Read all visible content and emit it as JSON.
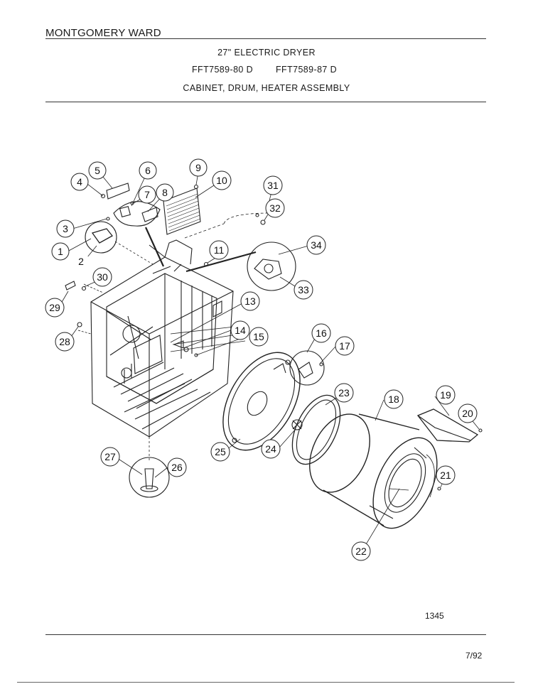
{
  "header": {
    "brand": "MONTGOMERY WARD",
    "product": "27\" ELECTRIC DRYER",
    "model_a": "FFT7589-80 D",
    "model_b": "FFT7589-87 D",
    "assembly": "CABINET, DRUM, HEATER ASSEMBLY"
  },
  "callouts": [
    "1",
    "2",
    "3",
    "4",
    "5",
    "6",
    "7",
    "8",
    "9",
    "10",
    "11",
    "13",
    "14",
    "15",
    "16",
    "17",
    "18",
    "19",
    "20",
    "21",
    "22",
    "23",
    "24",
    "25",
    "26",
    "27",
    "28",
    "29",
    "30",
    "31",
    "32",
    "33",
    "34"
  ],
  "footer": {
    "drawing_number": "1345",
    "date": "7/92"
  }
}
